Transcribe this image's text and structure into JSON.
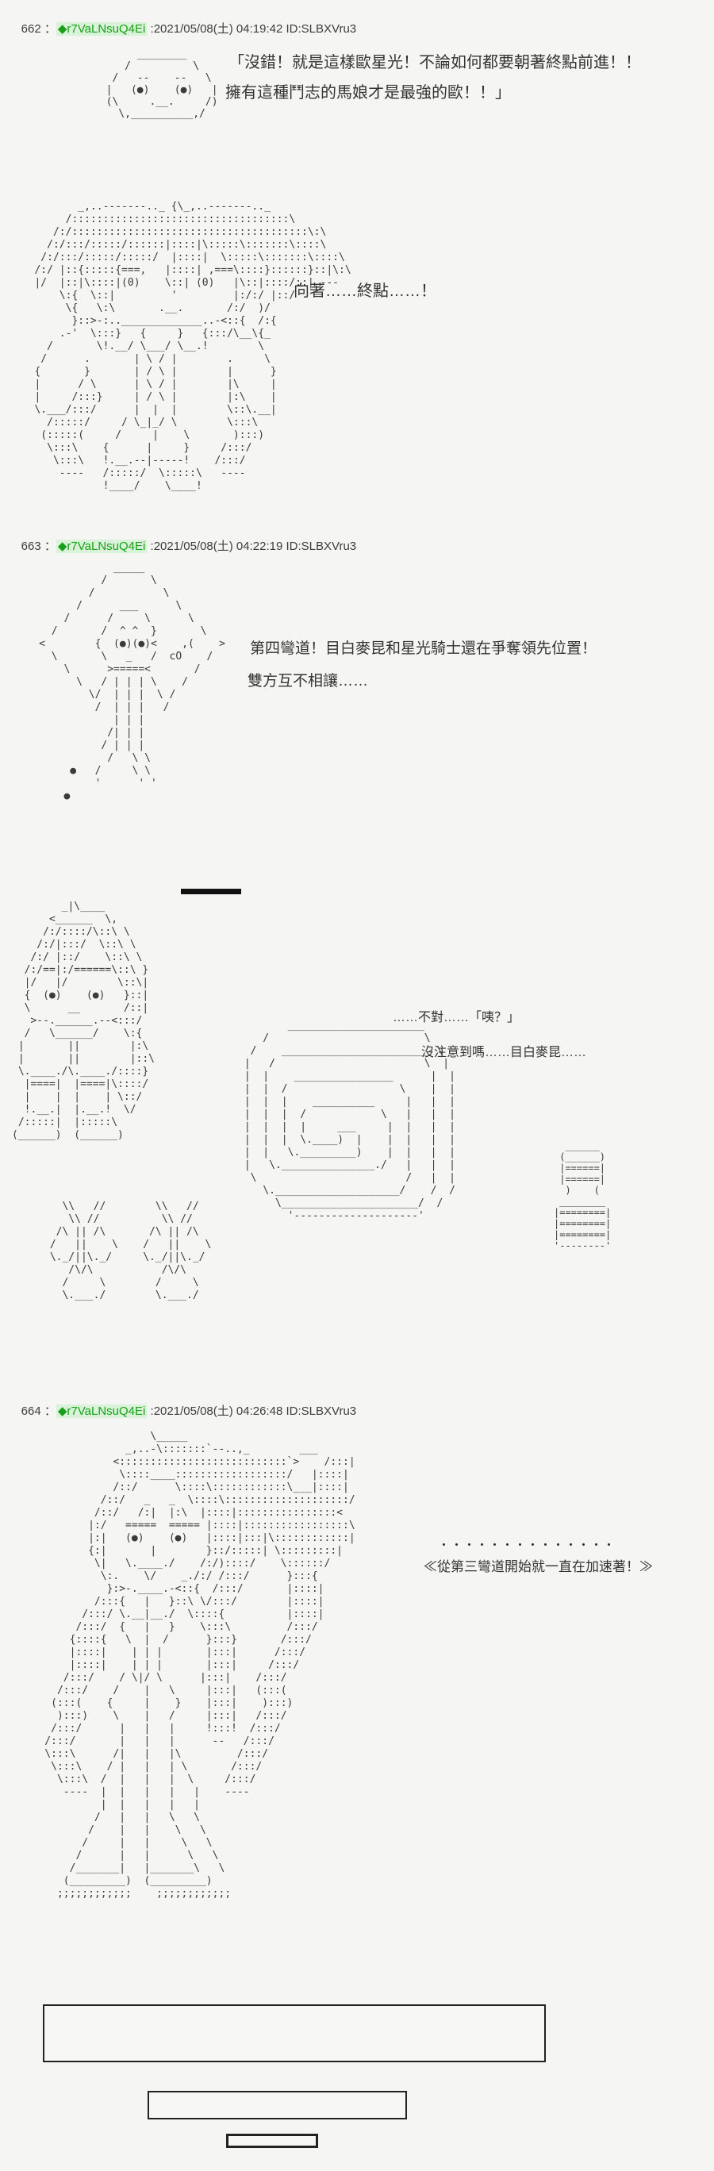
{
  "page": {
    "bg": "#f5f5f4",
    "aa_color": "#3b3b3b",
    "trip_color": "#18a018",
    "trip_bg": "#d9f3d9"
  },
  "posts": [
    {
      "number_label": "662 ：",
      "tripcode": "◆r7VaLNsuQ4Ei",
      "meta": ":2021/05/08(土) 04:19:42 ID:SLBXVru3",
      "face_aa": [
        "       ________",
        "     /          \\",
        "   /   --    --   \\",
        "  |   (●)    (●)   |",
        "  (\\     .__.     /)",
        "    \\,__________,/"
      ],
      "dialogue1": "「沒錯！就是這樣歐星光！不論如何都要朝著終點前進！！",
      "dialogue2": "擁有這種鬥志的馬娘才是最強的歐！！」",
      "aa_main": [
        "          _,..-------.._ {\\_,..-------.._",
        "        /:::::::::::::::::::::::::::::::::::\\",
        "      /:/::::::::::::::::::::::::::::::::::::::\\:\\",
        "     /:/:::/:::::/::::::|::::|\\:::::\\:::::::\\::::\\",
        "    /:/:::/:::::/:::::/  |::::|  \\:::::\\:::::::\\::::\\",
        "   /:/ |::{:::::{===,   |::::| ,===\\::::}::::::}::|\\:\\",
        "   |/  |::|\\::::|(0)    \\::| (0)   |\\::|::::/::| ---",
        "       \\:{  \\::|         '         |:/:/ |::/",
        "        \\{   \\:\\       .__.       /:/  )/",
        "         }::>-:.._____________..-<::{  /:{",
        "       .-'  \\:::}   {     }   {:::/\\__\\{_",
        "     /       \\!.__/ \\___/ \\__.!        \\",
        "    /      .       | \\ / |        .     \\",
        "   {       }       | / \\ |        |      }",
        "   |      / \\      | \\ / |        |\\     |",
        "   |     /:::}     | / \\ |        |:\\    |",
        "   \\.___/:::/      |  |  |        \\::\\.__|",
        "     /:::::/     / \\_|_/ \\        \\:::\\",
        "    (:::::(     /     |    \\       ):::)",
        "     \\:::\\    {      |     }     /:::/",
        "      \\:::\\   !.__.--|-----!    /:::/",
        "       ----   /:::::/  \\:::::\\   ----",
        "              !____/    \\____!"
      ],
      "caption": "向著……終點……！"
    },
    {
      "number_label": "663 ：",
      "tripcode": "◆r7VaLNsuQ4Ei",
      "meta": ":2021/05/08(土) 04:22:19 ID:SLBXVru3",
      "aa_diamond": [
        "                 _____",
        "               /       \\",
        "             /           \\",
        "           /      ___      \\",
        "         /      /     \\      \\",
        "       /       /  ^ ^  }       \\",
        "     <        {  (●)(●)<    ,(    >",
        "       \\       \\   _   /  cO    /",
        "         \\      >=====<       /",
        "           \\   / | | | \\    /",
        "             \\/  | | |  \\ /",
        "              /  | | |   /",
        "                 | | |",
        "                /| | |",
        "               / | | |",
        "                /   \\ \\",
        "          ●   /     \\ \\",
        "              '      ' '",
        "         ●"
      ],
      "line1": "第四彎道！目白麥昆和星光騎士還在爭奪領先位置！",
      "line2": "雙方互不相讓……",
      "aa_left": [
        "        _|\\____",
        "      <______  \\,",
        "     /:/::::/\\::\\ \\",
        "    /:/|:::/  \\::\\ \\",
        "   /:/ |::/    \\::\\ \\",
        "  /:/==|:/======\\::\\ }",
        "  |/   |/        \\::\\|",
        "  {  (●)    (●)   }::|",
        "  \\      __       /::|",
        "   >--.______.--<:::/",
        "  /   \\______/    \\:{",
        " |       ||        |:\\",
        " |       ||        |::\\",
        " \\.____./\\.____./::::}",
        "  |====|  |====|\\::::/",
        "  |    |  |    | \\::/",
        "  !.__.|  |.__.!  \\/",
        " /:::::|  |:::::\\",
        "(______)  (______)"
      ],
      "aa_swirl": [
        "        ______________________",
        "    /                         \\",
        "  /    ________________________ \\",
        " |   /                        \\  |",
        " |  |    ________________      |  |",
        " |  |  /                  \\    |  |",
        " |  |  |    __________     |   |  |",
        " |  |  |  /            \\   |   |  |",
        " |  |  |  |     ___     |  |   |  |",
        " |  |  |  \\.____)  |    |  |   |  |",
        " |  |   \\._________)    |  |   |  |",
        " |   \\._______________./   |   |  |",
        "  \\                        /   |  |",
        "    \\.____________________/    /  /",
        "      \\______________________/  /",
        "        '--------------------'"
      ],
      "aa_legs": [
        "   \\\\   //        \\\\   //",
        "    \\\\ //          \\\\ //",
        "  /\\ || /\\       /\\ || /\\",
        " /   ||    \\    /   ||    \\",
        " \\._/||\\._/     \\._/||\\._/",
        "    /\\/\\           /\\/\\",
        "   /     \\        /     \\",
        "   \\.___./        \\.___./"
      ],
      "aa_sign": [
        "  ______",
        " (______)",
        " |======|",
        " |======|",
        "  )    (",
        " ________",
        "|========|",
        "|========|",
        "|========|",
        "'--------'"
      ],
      "caption1": "……不對……「咦？」",
      "caption2": "沒注意到嗎……目白麥昆……"
    },
    {
      "number_label": "664 ：",
      "tripcode": "◆r7VaLNsuQ4Ei",
      "meta": ":2021/05/08(土) 04:26:48 ID:SLBXVru3",
      "aa_main": [
        "                     \\_____",
        "                 _,..-\\:::::::`--..,_        ___",
        "               <:::::::::::::::::::::::::::`>    /:::|",
        "                \\::::____::::::::::::::::::/   |::::|",
        "               /::/      \\::::\\::::::::::::\\___|::::|",
        "             /::/   _   _  \\::::\\::::::::::::::::::::/",
        "            /::/   /:|  |:\\  |::::|::::::::::::::::<",
        "           |:/   =====  ===== |::::|:::::::::::::::::\\",
        "           |:|   (●)    (●)   |::::|:::|\\::::::::::::|",
        "           {:|       |        }::/:::::| \\:::::::::|",
        "            \\|   \\.____./    /:/)::::/    \\::::::/",
        "             \\:.    \\/    _./:/ /:::/      }:::{",
        "              }:>-.____.-<::{  /:::/       |::::|",
        "            /:::{   |   }::\\ \\/:::/        |::::|",
        "          /:::/ \\.__|__./  \\::::{          |::::|",
        "         /:::/  {   |   }    \\:::\\         /:::/",
        "        {::::{   \\  |  /      }:::}       /:::/",
        "        |::::|    | | |       |:::|      /:::/",
        "        |::::|    | | |       |:::|     /:::/",
        "       /:::/    / \\|/ \\      |:::|    /:::/",
        "      /:::/    /    |   \\     |:::|   (:::(",
        "     (:::(    {     |    }    |:::|    ):::)",
        "      ):::)    \\    |   /     |:::|   /:::/",
        "     /:::/      |   |   |     !:::!  /:::/",
        "    /:::/       |   |   |      --   /:::/",
        "    \\:::\\      /|   |   |\\         /:::/",
        "     \\:::\\    / |   |   | \\       /:::/",
        "      \\:::\\  /  |   |   |  \\     /:::/",
        "       ----  |  |   |   |   |    ----",
        "             |  |   |   |   |",
        "            /   |   |   \\   \\",
        "           /    |   |    \\   \\",
        "          /     |   |     \\   \\",
        "         /      |   |      \\   \\",
        "        /_______|   |_______\\   \\",
        "       (_________)  (_________)",
        "      ;;;;;;;;;;;;    ;;;;;;;;;;;;"
      ],
      "dots": "・・・・・・・・・・・・・・",
      "caption": "≪從第三彎道開始就一直在加速著！≫"
    }
  ],
  "footer": {
    "boxes": [
      "large-box",
      "medium-box",
      "small-box"
    ]
  }
}
